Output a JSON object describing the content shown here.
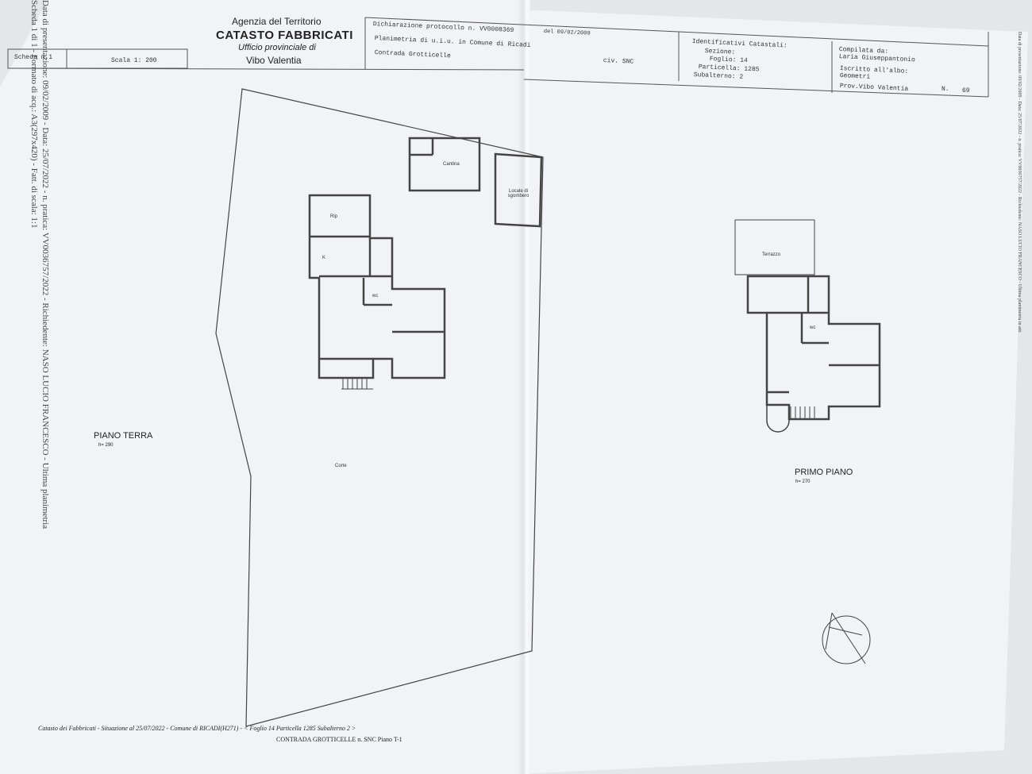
{
  "header": {
    "agency": "Agenzia del Territorio",
    "catasto": "CATASTO FABBRICATI",
    "ufficio": "Ufficio provinciale di",
    "provincia": "Vibo Valentia",
    "scheda": "Scheda n.1",
    "scala": "Scala 1: 200",
    "dichiarazione": "Dichiarazione protocollo n. VV0008369",
    "del": "del 09/02/2009",
    "planimetria": "Planimetria di u.i.u. in Comune di Ricadi",
    "contrada": "Contrada Grotticelle",
    "civ": "civ. SNC"
  },
  "identificativi": {
    "title": "Identificativi Catastali:",
    "sezione": "Sezione:",
    "foglio": "Foglio: 14",
    "particella": "Particella: 1285",
    "subalterno": "Subalterno: 2"
  },
  "compilata": {
    "title": "Compilata da:",
    "nome": "Laria Giuseppantonio",
    "iscritto": "Iscritto all'albo:",
    "albo": "Geometri",
    "prov": "Prov.Vibo Valentia",
    "n_label": "N.",
    "n_value": "69"
  },
  "rooms": {
    "cantina": "Cantina",
    "locale": "Locale di sgombero",
    "rip": "Rip",
    "k": "K",
    "wc": "wc",
    "terrazzo": "Terrazzo",
    "wc2": "wc",
    "corte": "Corte"
  },
  "floors": {
    "terra": "PIANO  TERRA",
    "terra_h": "h= 290",
    "primo": "PRIMO PIANO",
    "primo_h": "h= 270"
  },
  "footer": {
    "line1": "Catasto dei Fabbricati - Situazione al 25/07/2022 - Comune di RICADI(H271) - < Foglio 14 Particella 1285 Subalterno 2 >",
    "line2": "CONTRADA GROTTICELLE n. SNC Piano T-1"
  },
  "margin_left": {
    "line1": "Data di presentazione: 09/02/2009 - Data: 25/07/2022 - n. pratica: VV0036757/2022 - Richiedente: NASO LUCIO FRANCESCO - Ultima planimetria",
    "line2": "Scheda 1 di 1 - Formato di acq.: A3(297x420) - Fatt. di scala: 1:1"
  },
  "margin_right": {
    "line1": "Data di presentazione: 09/02/2009 - Data: 25/07/2022 - n. pratica: VV0036757/2022 - Richiedente: NASO LUCIO FRANCESCO - Ultima planimetria in atti"
  }
}
